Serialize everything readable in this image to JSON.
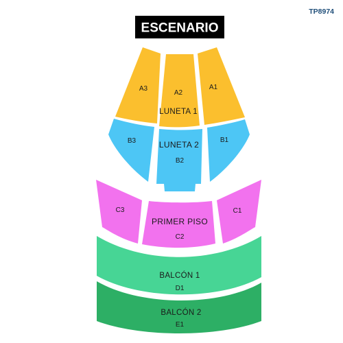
{
  "ref_code": "TP8974",
  "stage": {
    "label": "ESCENARIO"
  },
  "colors": {
    "luneta1": "#fbbf2e",
    "luneta2": "#4dc6f5",
    "primer_piso": "#f272ee",
    "balcon1": "#47d595",
    "balcon2": "#2daf65"
  },
  "zones": {
    "luneta1": {
      "name": "LUNETA 1",
      "sections": {
        "a1": "A1",
        "a2": "A2",
        "a3": "A3"
      }
    },
    "luneta2": {
      "name": "LUNETA 2",
      "sections": {
        "b1": "B1",
        "b2": "B2",
        "b3": "B3"
      }
    },
    "primer_piso": {
      "name": "PRIMER PISO",
      "sections": {
        "c1": "C1",
        "c2": "C2",
        "c3": "C3"
      }
    },
    "balcon1": {
      "name": "BALCÓN 1",
      "sections": {
        "d1": "D1"
      }
    },
    "balcon2": {
      "name": "BALCÓN 2",
      "sections": {
        "e1": "E1"
      }
    }
  }
}
